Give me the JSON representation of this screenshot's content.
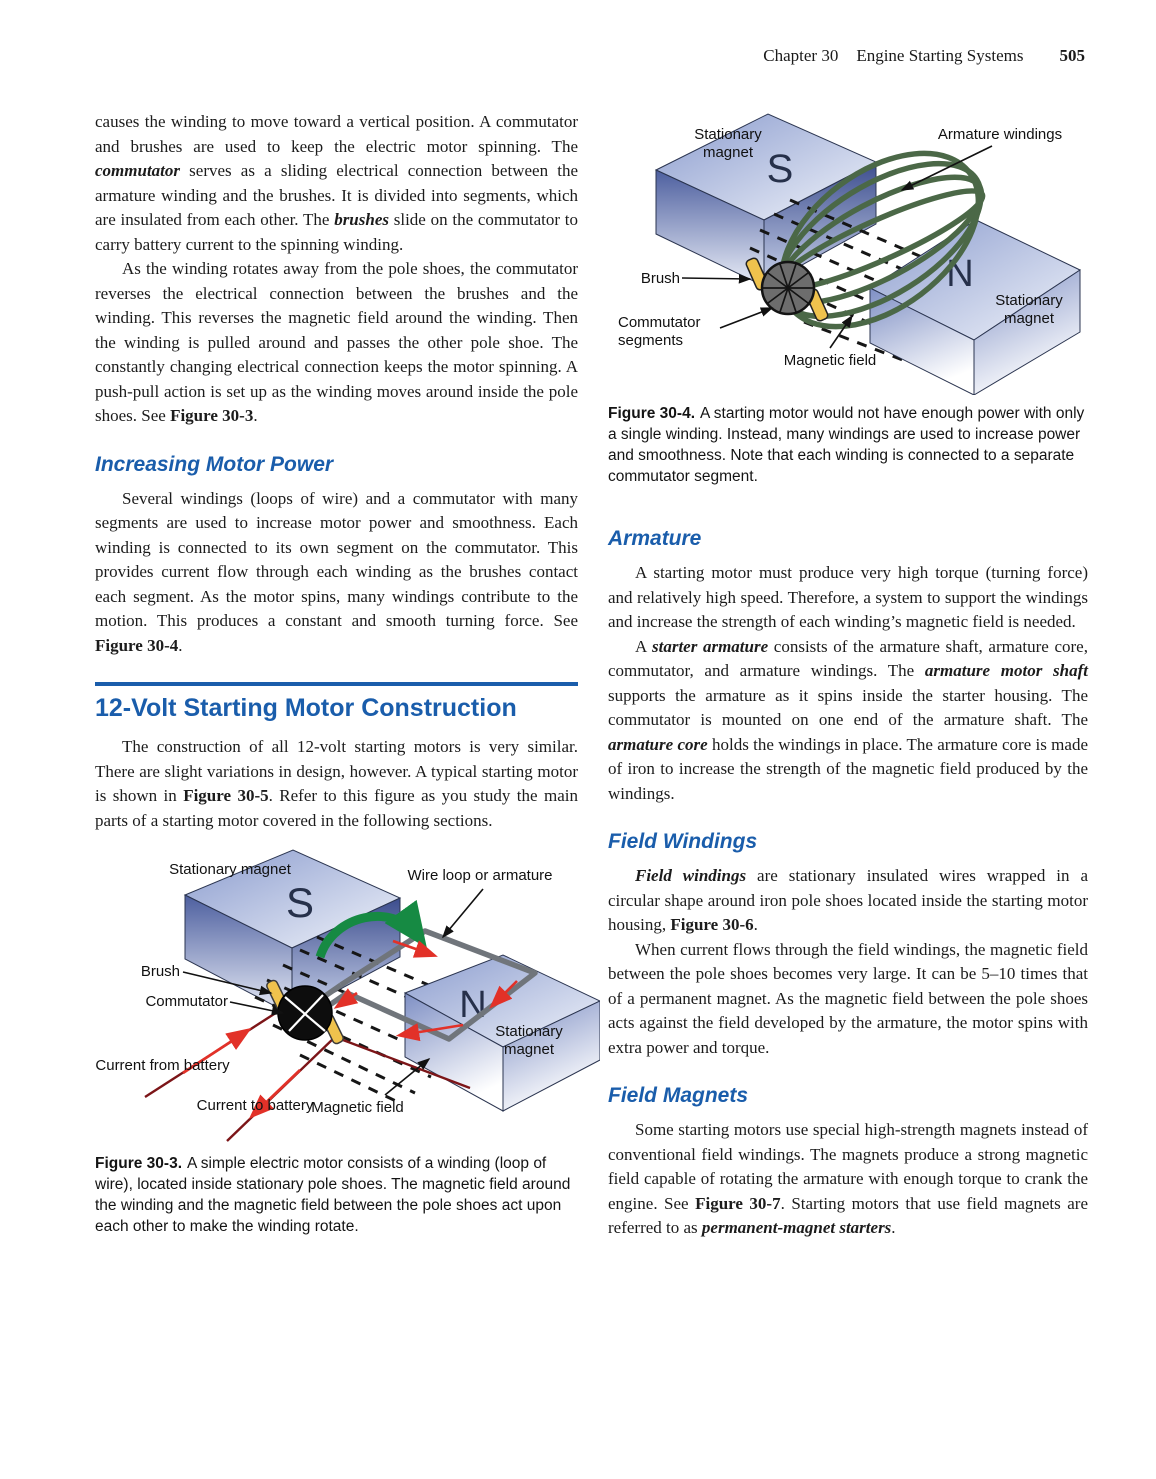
{
  "header": {
    "chapter": "Chapter 30",
    "title": "Engine Starting Systems",
    "page_number": "505"
  },
  "colors": {
    "blue": "#1a5dab",
    "winding_green": "#4b6847",
    "wire_red": "#7c1518",
    "arrow_red": "#e23128",
    "rotation_green": "#168a43",
    "brush_yellow": "#efc24d"
  },
  "left_column": {
    "para1": [
      {
        "t": "causes the winding to move toward a vertical position. A commutator and brushes are used to keep the electric motor spinning. The ",
        "s": "n"
      },
      {
        "t": "commutator",
        "s": "bi"
      },
      {
        "t": " serves as a sliding electrical connection between the armature winding and the brushes. It is divided into segments, which are insulated from each other. The ",
        "s": "n"
      },
      {
        "t": "brushes",
        "s": "bi"
      },
      {
        "t": " slide on the commutator to carry battery current to the spinning winding.",
        "s": "n"
      }
    ],
    "para2": [
      {
        "t": "As the winding rotates away from the pole shoes, the commutator reverses the electrical connection between the brushes and the winding. This reverses the magnetic field around the winding. Then the winding is pulled around and passes the other pole shoe. The constantly changing electrical connection keeps the motor spinning. A push-pull action is set up as the winding moves around inside the pole shoes. See ",
        "s": "n"
      },
      {
        "t": "Figure 30-3",
        "s": "b"
      },
      {
        "t": ".",
        "s": "n"
      }
    ],
    "heading_increasing": "Increasing Motor Power",
    "para3": [
      {
        "t": "Several windings (loops of wire) and a commutator with many segments are used to increase motor power and smoothness. Each winding is connected to its own segment on the commutator. This provides current flow through each winding as the brushes contact each segment. As the motor spins, many windings contribute to the motion. This produces a constant and smooth turning force. See ",
        "s": "n"
      },
      {
        "t": "Figure 30-4",
        "s": "b"
      },
      {
        "t": ".",
        "s": "n"
      }
    ],
    "heading_12volt": "12-Volt Starting Motor Construction",
    "para4": [
      {
        "t": "The construction of all 12-volt starting motors is very similar. There are slight variations in design, however. A typical starting motor is shown in ",
        "s": "n"
      },
      {
        "t": "Figure 30-5",
        "s": "b"
      },
      {
        "t": ". Refer to this figure as you study the main parts of a starting motor covered in the following sections.",
        "s": "n"
      }
    ],
    "figure30_3": {
      "labels": {
        "stationary_magnet_top": "Stationary magnet",
        "s_letter": "S",
        "wire_loop": "Wire loop or armature",
        "brush": "Brush",
        "commutator": "Commutator",
        "current_from_battery": "Current from battery",
        "current_to_battery": "Current to battery",
        "magnetic_field": "Magnetic field",
        "n_letter": "N",
        "stationary_magnet_right": "Stationary magnet"
      },
      "caption_lead": "Figure 30-3.",
      "caption_text": "A simple electric motor consists of a winding (loop of wire), located inside stationary pole shoes. The magnetic field around the winding and the magnetic field between the pole shoes act upon each other to make the winding rotate."
    }
  },
  "right_column": {
    "figure30_4": {
      "labels": {
        "stationary_magnet_top": "Stationary magnet",
        "s_letter": "S",
        "armature_windings": "Armature windings",
        "brush": "Brush",
        "commutator_segments": "Commutator segments",
        "magnetic_field": "Magnetic field",
        "n_letter": "N",
        "stationary_magnet_right": "Stationary magnet"
      },
      "caption_lead": "Figure 30-4.",
      "caption_text": "A starting motor would not have enough power with only a single winding. Instead, many windings are used to increase power and smoothness. Note that each winding is connected to a separate commutator segment."
    },
    "heading_armature": "Armature",
    "para1": [
      {
        "t": "A starting motor must produce very high torque (turning force) and relatively high speed. Therefore, a system to support the windings and increase the strength of each winding’s magnetic field is needed.",
        "s": "n"
      }
    ],
    "para2": [
      {
        "t": "A ",
        "s": "n"
      },
      {
        "t": "starter armature",
        "s": "bi"
      },
      {
        "t": " consists of the armature shaft, armature core, commutator, and armature windings. The ",
        "s": "n"
      },
      {
        "t": "armature motor shaft",
        "s": "bi"
      },
      {
        "t": " supports the armature as it spins inside the starter housing. The commutator is mounted on one end of the armature shaft. The ",
        "s": "n"
      },
      {
        "t": "armature core",
        "s": "bi"
      },
      {
        "t": " holds the windings in place. The armature core is made of iron to increase the strength of the magnetic field produced by the windings.",
        "s": "n"
      }
    ],
    "heading_field_windings": "Field Windings",
    "para3": [
      {
        "t": "Field windings",
        "s": "bi"
      },
      {
        "t": " are stationary insulated wires wrapped in a circular shape around iron pole shoes located inside the starting motor housing, ",
        "s": "n"
      },
      {
        "t": "Figure 30-6",
        "s": "b"
      },
      {
        "t": ".",
        "s": "n"
      }
    ],
    "para4": [
      {
        "t": "When current flows through the field windings, the magnetic field between the pole shoes becomes very large. It can be 5–10 times that of a permanent magnet. As the magnetic field between the pole shoes acts against the field developed by the armature, the motor spins with extra power and torque.",
        "s": "n"
      }
    ],
    "heading_field_magnets": "Field Magnets",
    "para5": [
      {
        "t": "Some starting motors use special high-strength magnets instead of conventional field windings. The magnets produce a strong magnetic field capable of rotating the armature with enough torque to crank the engine. See ",
        "s": "n"
      },
      {
        "t": "Figure 30-7",
        "s": "b"
      },
      {
        "t": ". Starting motors that use field magnets are referred to as ",
        "s": "n"
      },
      {
        "t": "permanent-magnet starters",
        "s": "bi"
      },
      {
        "t": ".",
        "s": "n"
      }
    ]
  }
}
